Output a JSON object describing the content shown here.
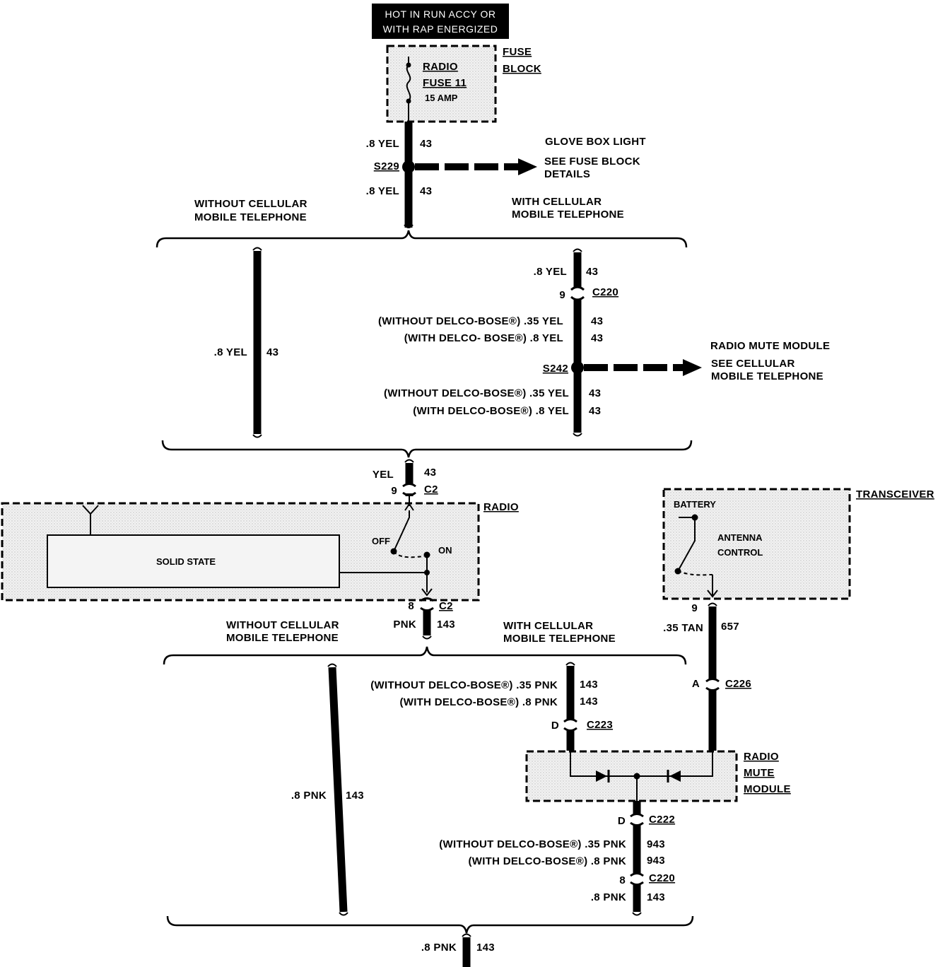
{
  "supply": {
    "line1": "HOT IN RUN ACCY OR",
    "line2": "WITH RAP ENERGIZED"
  },
  "fuse_block": {
    "title1": "FUSE",
    "title2": "BLOCK",
    "name1": "RADIO",
    "name2": "FUSE 11",
    "rating": "15 AMP"
  },
  "top_wires": {
    "w1_gauge": ".8 YEL",
    "w1_circuit": "43",
    "splice": "S229",
    "w2_gauge": ".8 YEL",
    "w2_circuit": "43"
  },
  "glove_box": {
    "title": "GLOVE BOX LIGHT",
    "ref1": "SEE FUSE BLOCK",
    "ref2": "DETAILS"
  },
  "branch1": {
    "left1": "WITHOUT CELLULAR",
    "left2": "MOBILE TELEPHONE",
    "right1": "WITH CELLULAR",
    "right2": "MOBILE TELEPHONE",
    "left_gauge": ".8 YEL",
    "left_circuit": "43",
    "r_gauge": ".8 YEL",
    "r_circuit": "43",
    "c220_pin": "9",
    "c220": "C220",
    "a1_label": "(WITHOUT DELCO-BOSE®) .35 YEL",
    "a1_circuit": "43",
    "a2_label": "(WITH DELCO- BOSE®) .8 YEL",
    "a2_circuit": "43",
    "splice": "S242",
    "b1_label": "(WITHOUT DELCO-BOSE®) .35 YEL",
    "b1_circuit": "43",
    "b2_label": "(WITH DELCO-BOSE®) .8 YEL",
    "b2_circuit": "43"
  },
  "radio_mute_ref": {
    "title": "RADIO MUTE MODULE",
    "ref1": "SEE CELLULAR",
    "ref2": "MOBILE TELEPHONE"
  },
  "radio_in": {
    "gauge": "YEL",
    "circuit": "43",
    "pin": "9",
    "connector": "C2"
  },
  "radio": {
    "title": "RADIO",
    "solid_state": "SOLID STATE",
    "off": "OFF",
    "on": "ON"
  },
  "radio_out": {
    "pin": "8",
    "connector": "C2",
    "gauge": "PNK",
    "circuit": "143"
  },
  "transceiver": {
    "title": "TRANSCEIVER",
    "battery": "BATTERY",
    "ctrl1": "ANTENNA",
    "ctrl2": "CONTROL",
    "pin": "9",
    "gauge": ".35 TAN",
    "circuit": "657",
    "c226_pin": "A",
    "c226": "C226"
  },
  "branch2": {
    "left1": "WITHOUT CELLULAR",
    "left2": "MOBILE TELEPHONE",
    "right1": "WITH CELLULAR",
    "right2": "MOBILE TELEPHONE",
    "left_gauge": ".8 PNK",
    "left_circuit": "143",
    "a1_label": "(WITHOUT DELCO-BOSE®) .35 PNK",
    "a1_circuit": "143",
    "a2_label": "(WITH DELCO-BOSE®) .8 PNK",
    "a2_circuit": "143",
    "c223_pin": "D",
    "c223": "C223"
  },
  "mute_module": {
    "t1": "RADIO",
    "t2": "MUTE",
    "t3": "MODULE"
  },
  "mute_out": {
    "c222_pin": "D",
    "c222": "C222",
    "a1_label": "(WITHOUT DELCO-BOSE®) .35 PNK",
    "a1_circuit": "943",
    "a2_label": "(WITH DELCO-BOSE®) .8 PNK",
    "a2_circuit": "943",
    "c220_pin": "8",
    "c220": "C220",
    "gauge": ".8 PNK",
    "circuit": "143"
  },
  "bottom": {
    "gauge": ".8 PNK",
    "circuit": "143"
  }
}
